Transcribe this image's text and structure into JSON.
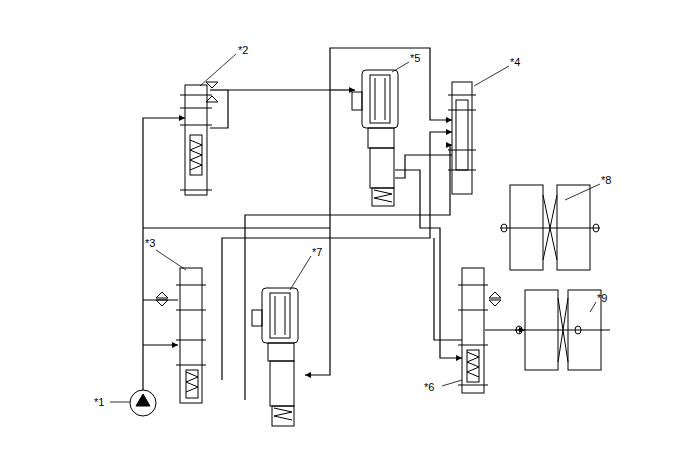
{
  "diagram": {
    "labels": [
      "*2",
      "*5",
      "*4",
      "*8",
      "*3",
      "*7",
      "*9",
      "*6",
      "*1"
    ]
  }
}
